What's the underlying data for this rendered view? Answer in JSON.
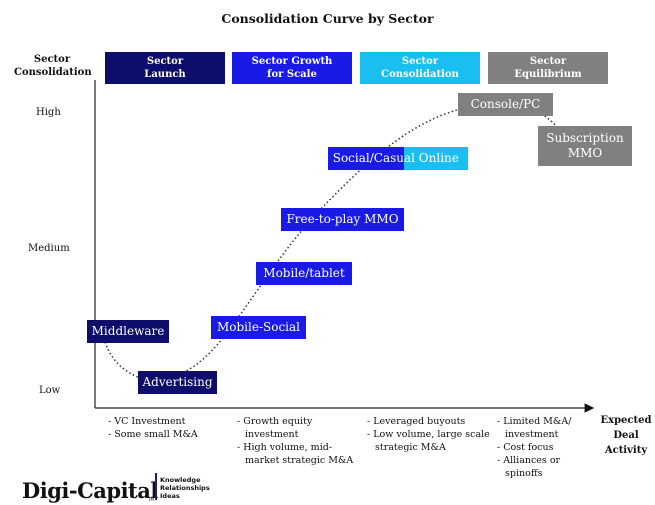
{
  "title": "Consolidation Curve by Sector",
  "y_axis": {
    "label_line1": "Sector",
    "label_line2": "Consolidation",
    "ticks": [
      "High",
      "Medium",
      "Low"
    ]
  },
  "x_axis": {
    "label_line1": "Expected",
    "label_line2": "Deal",
    "label_line3": "Activity"
  },
  "phases": [
    {
      "line1": "Sector",
      "line2": "Launch",
      "color": "#0d0d6b"
    },
    {
      "line1": "Sector Growth",
      "line2": "for Scale",
      "color": "#1a1ae6"
    },
    {
      "line1": "Sector",
      "line2": "Consolidation",
      "color": "#19bff0"
    },
    {
      "line1": "Sector",
      "line2": "Equilibrium",
      "color": "#808080"
    }
  ],
  "sectors": {
    "middleware": "Middleware",
    "advertising": "Advertising",
    "mobile_social": "Mobile-Social",
    "mobile_tablet": "Mobile/tablet",
    "free_to_play": "Free-to-play MMO",
    "social_casual_a": "Social/Casu",
    "social_casual_b": "al Online",
    "console_pc": "Console/PC",
    "subscription_line1": "Subscription",
    "subscription_line2": "MMO"
  },
  "phase_notes": [
    [
      "- VC Investment",
      "- Some small M&A"
    ],
    [
      "- Growth equity",
      "  investment",
      "- High volume, mid-",
      "  market strategic M&A"
    ],
    [
      "- Leveraged buyouts",
      "- Low volume, large scale",
      "  strategic M&A"
    ],
    [
      "- Limited M&A/",
      "  investment",
      "- Cost focus",
      "- Alliances or",
      "  spinoffs"
    ]
  ],
  "logo": {
    "name": "Digi-Capital",
    "tagline1": "Knowledge",
    "tagline2": "Relationships",
    "tagline3": "Ideas",
    "mark": "TM"
  }
}
